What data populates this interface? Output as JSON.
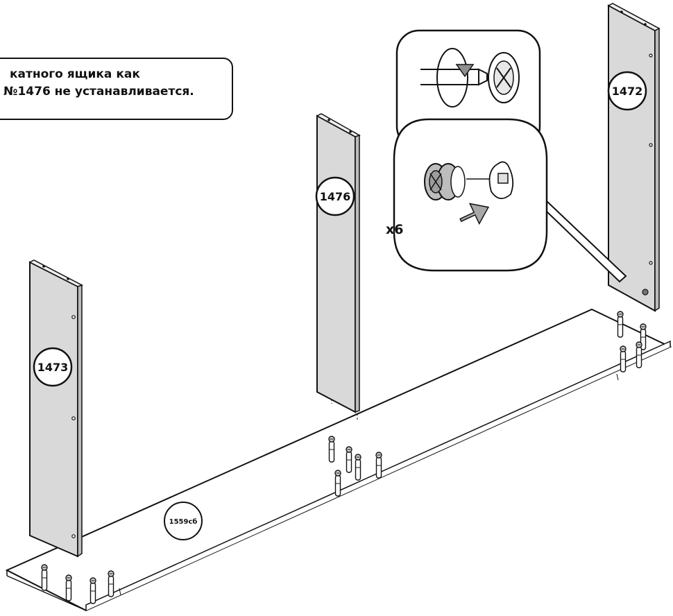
{
  "note": {
    "line1": "катного ящика как",
    "line2": "№1476 не устанавливается."
  },
  "panels": {
    "left": "1473",
    "middle": "1476",
    "right": "1472",
    "base": "1559сб"
  },
  "quantity": "x6",
  "colors": {
    "panel_fill": "#d9d9d9",
    "line": "#111111",
    "fitting_fill": "#bdbdbd",
    "arrow_fill": "#a8a8a8"
  },
  "icons": [
    "cam-lock-icon",
    "screwdriver-rotate-icon",
    "insert-arrow-icon",
    "dowel-icon"
  ]
}
